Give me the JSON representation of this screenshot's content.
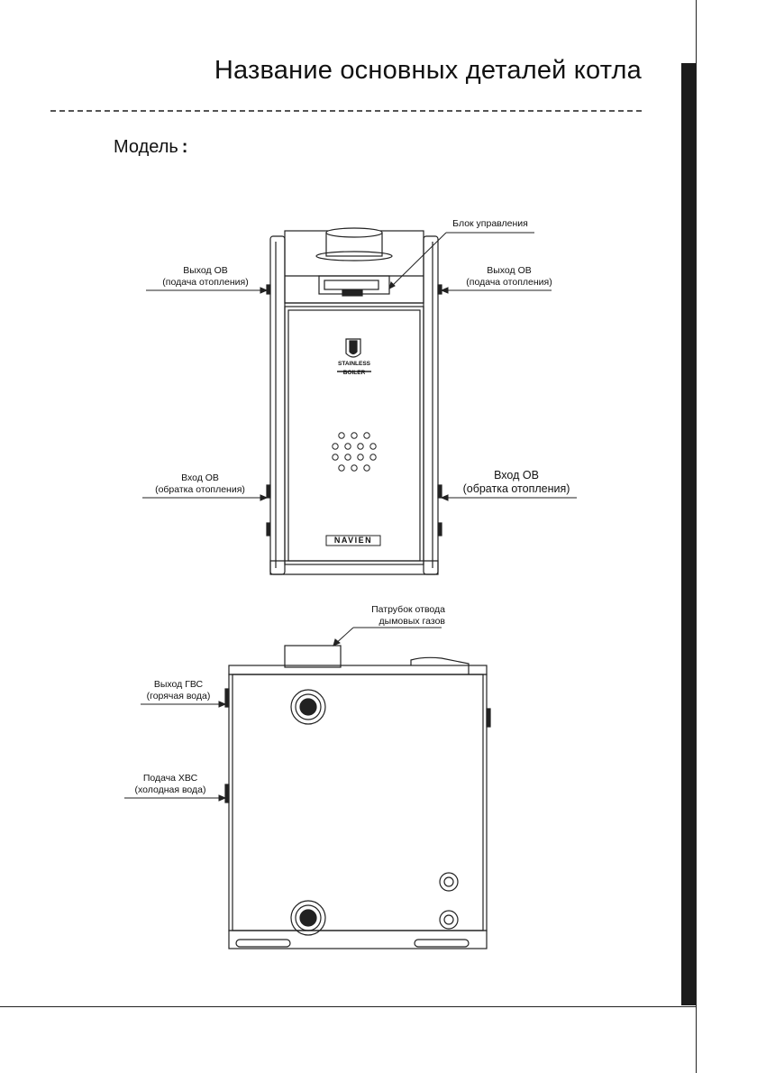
{
  "page": {
    "title": "Название основных деталей котла",
    "model_label": "Модель",
    "model_colon": ":"
  },
  "front_view": {
    "control_unit": "Блок управления",
    "outlet_left": [
      "Выход ОВ",
      "(подача отопления)"
    ],
    "outlet_right": [
      "Выход ОВ",
      "(подача отопления)"
    ],
    "inlet_left": [
      "Вход ОВ",
      "(обратка отопления)"
    ],
    "inlet_right": [
      "Вход ОВ",
      "(обратка отопления)"
    ],
    "badge_line1": "STAINLESS",
    "badge_line2": "BOILER",
    "brand": "NAVIEN"
  },
  "side_view": {
    "flue": [
      "Патрубок отвода",
      "дымовых газов"
    ],
    "dhw_out": [
      "Выход ГВС",
      "(горячая вода)"
    ],
    "cold_in": [
      "Подача ХВС",
      "(холодная вода)"
    ]
  },
  "colors": {
    "line": "#222222",
    "tab": "#1c1c1c"
  }
}
